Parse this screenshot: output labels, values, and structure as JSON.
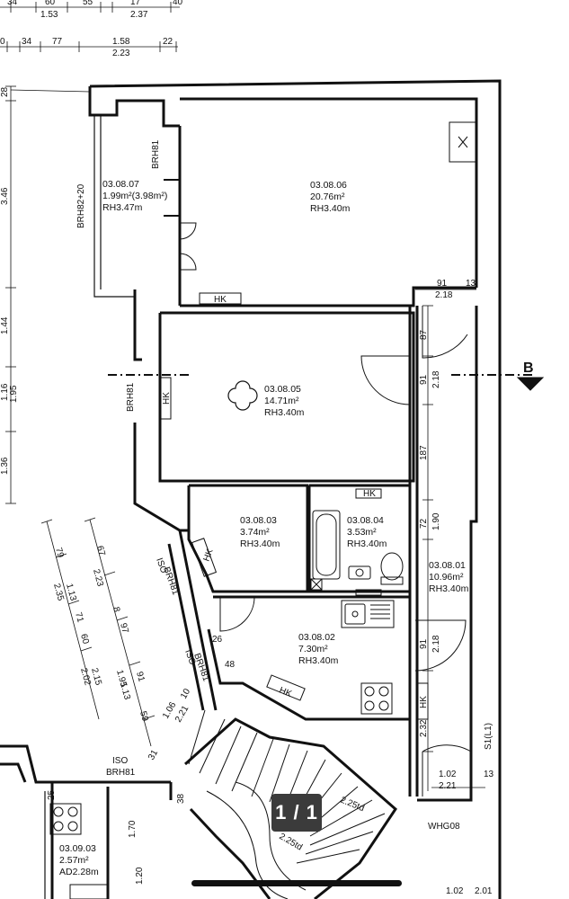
{
  "viewer": {
    "page_indicator": "1 / 1"
  },
  "rooms": [
    {
      "id": "03.08.07",
      "area": "1.99m²(3.98m²)",
      "height": "RH3.47m"
    },
    {
      "id": "03.08.06",
      "area": "20.76m²",
      "height": "RH3.40m"
    },
    {
      "id": "03.08.05",
      "area": "14.71m²",
      "height": "RH3.40m"
    },
    {
      "id": "03.08.03",
      "area": "3.74m²",
      "height": "RH3.40m"
    },
    {
      "id": "03.08.04",
      "area": "3.53m²",
      "height": "RH3.40m"
    },
    {
      "id": "03.08.01",
      "area": "10.96m²",
      "height": "RH3.40m"
    },
    {
      "id": "03.08.02",
      "area": "7.30m²",
      "height": "RH3.40m"
    },
    {
      "id": "03.09.03",
      "area": "2.57m²",
      "height": "AD2.28m"
    }
  ],
  "annotations": {
    "brh81_a": "BRH81",
    "brh82": "BRH82+20",
    "brh81_b": "BRH81",
    "brh81_c": "BRH81",
    "brh81_d": "BRH81",
    "brh81_e": "BRH81",
    "iso_a": "ISO",
    "iso_b": "ISO",
    "iso_c": "ISO",
    "hk": "HK",
    "section_mark": "B",
    "wohnung": "WHG08",
    "stair_1": "2.25td",
    "stair_2": "2.25td"
  },
  "dimensions_top": {
    "row1": [
      "34",
      "60",
      "55",
      "17",
      "40"
    ],
    "row1_sub": [
      "1.53",
      "2.37"
    ],
    "row2": [
      "0",
      "34",
      "77",
      "1.58",
      "22"
    ],
    "row2_sub": [
      "2.23"
    ]
  },
  "dimensions_left": [
    "28",
    "3.46",
    "1.44",
    "1.16",
    "1.95",
    "1.36"
  ],
  "dimensions_right": [
    "91",
    "13",
    "2.18",
    "87",
    "91",
    "2.18",
    "187",
    "72",
    "1.90",
    "91",
    "2.18",
    "2.32",
    "S1(L1)",
    "1.02",
    "2.21",
    "13",
    "1.02",
    "2.01"
  ],
  "dimensions_diagonal": [
    "79",
    "67",
    "2.35",
    "1.13",
    "2.23",
    "71",
    "8",
    "60",
    "97",
    "2.02",
    "2.15",
    "1.95",
    "91",
    "1.13",
    "59",
    "1.06",
    "2.21",
    "10",
    "31"
  ],
  "dimensions_misc": [
    "26",
    "48",
    "38",
    "25",
    "1.70",
    "1.20"
  ]
}
